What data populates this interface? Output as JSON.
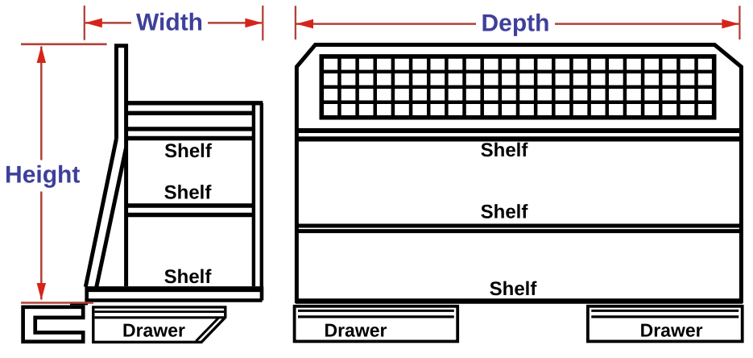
{
  "diagram": {
    "description": "Van shelving unit technical dimension drawing, side view and front view",
    "dimension_labels": {
      "width": "Width",
      "height": "Height",
      "depth": "Depth"
    },
    "side_view": {
      "shelf_labels": [
        "Shelf",
        "Shelf",
        "Shelf"
      ],
      "drawer_label": "Drawer"
    },
    "front_view": {
      "shelf_labels": [
        "Shelf",
        "Shelf",
        "Shelf"
      ],
      "drawer_labels": [
        "Drawer",
        "Drawer"
      ]
    },
    "colors": {
      "line_black": "#000000",
      "dimension_line_red": "#b04238",
      "arrow_red": "#d6241a",
      "label_blue": "#3e3f9b",
      "background": "#ffffff"
    }
  }
}
